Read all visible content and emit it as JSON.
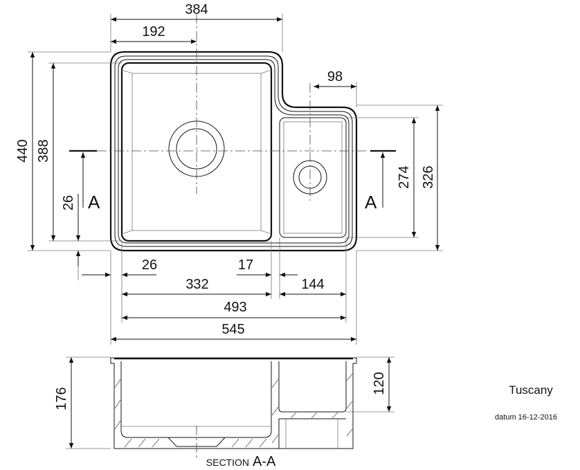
{
  "drawing": {
    "product_name": "Tuscany",
    "date_label": "datum 16-12-2016",
    "section_label": "SECTION",
    "section_id": "A-A",
    "section_marker": "A",
    "dimensions": {
      "overall_top_width": "384",
      "main_drain_offset": "192",
      "small_bowl_top_width": "98",
      "overall_height": "440",
      "main_bowl_height": "388",
      "bottom_offset_left": "26",
      "small_bowl_height": "274",
      "small_section_height": "326",
      "left_offset": "26",
      "divider_width": "17",
      "main_bowl_width": "332",
      "small_bowl_width": "144",
      "inner_total_width": "493",
      "overall_width": "545",
      "depth": "176",
      "small_bowl_depth": "120"
    }
  }
}
